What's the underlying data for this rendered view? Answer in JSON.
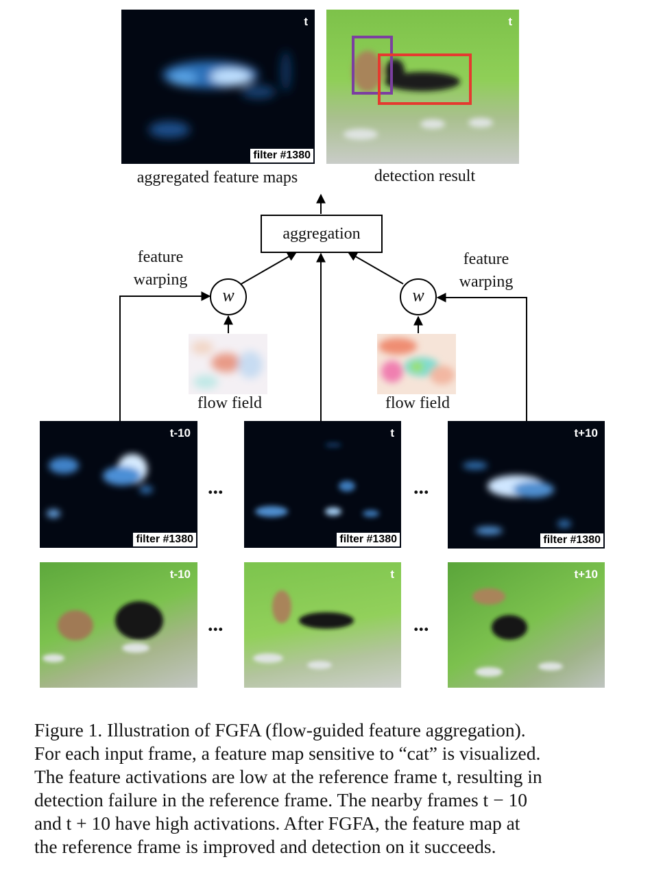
{
  "figure": {
    "top_feature_label": "aggregated feature maps",
    "top_detection_label": "detection result",
    "aggregation_label": "aggregation",
    "warp_symbol": "w",
    "left_warping_label_line1": "feature",
    "left_warping_label_line2": "warping",
    "right_warping_label_line1": "feature",
    "right_warping_label_line2": "warping",
    "flow_field_label": "flow field",
    "ellipsis": "...",
    "filter_label": "filter #1380",
    "frame_labels": [
      "t-10",
      "t",
      "t+10"
    ],
    "top_frame_label": "t",
    "detection_box_colors": [
      "#7b3fa0",
      "#e53a2f"
    ]
  },
  "caption": {
    "lines": [
      "Figure 1. Illustration of FGFA (flow-guided feature aggregation).",
      "For each input frame, a feature map sensitive to “cat” is visualized.",
      "The feature activations are low at the reference frame t, resulting in",
      "detection failure in the reference frame. The nearby frames t − 10",
      "and t + 10 have high activations. After FGFA, the feature map at",
      "the reference frame is improved and detection on it succeeds."
    ]
  }
}
